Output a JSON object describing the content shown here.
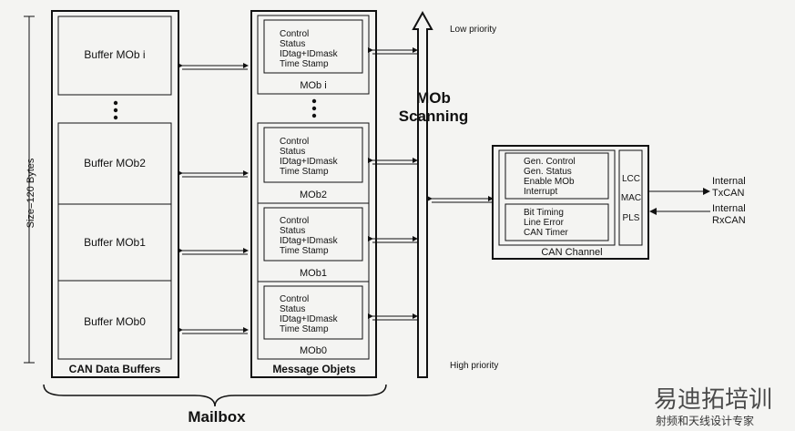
{
  "size_label": "Size=120 Bytes",
  "buffers": {
    "title": "CAN Data Buffers",
    "items": [
      "Buffer MOb i",
      "Buffer MOb2",
      "Buffer MOb1",
      "Buffer MOb0"
    ]
  },
  "mobs": {
    "title": "Message Objets",
    "fields": [
      "Control",
      "Status",
      "IDtag+IDmask",
      "Time Stamp"
    ],
    "items": [
      "MOb i",
      "MOb2",
      "MOb1",
      "MOb0"
    ]
  },
  "scanning": {
    "line1": "MOb",
    "line2": "Scanning",
    "low": "Low priority",
    "high": "High priority"
  },
  "channel": {
    "title": "CAN Channel",
    "group1": [
      "Gen. Control",
      "Gen. Status",
      "Enable MOb",
      "Interrupt"
    ],
    "group2": [
      "Bit Timing",
      "Line Error",
      "CAN Timer"
    ],
    "layers": [
      "LCC",
      "MAC",
      "PLS"
    ]
  },
  "signals": {
    "tx_line1": "Internal",
    "tx_line2": "TxCAN",
    "rx_line1": "Internal",
    "rx_line2": "RxCAN"
  },
  "mailbox": "Mailbox",
  "watermark": {
    "text1": "易迪拓培训",
    "text2": "射频和天线设计专家",
    "color": "#c0392b"
  }
}
